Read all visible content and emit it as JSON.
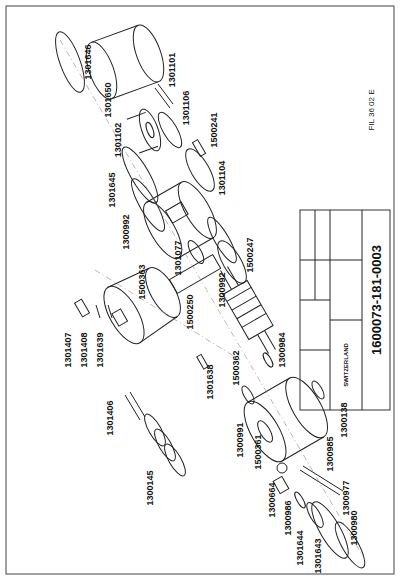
{
  "diagram": {
    "labels": [
      "1301646",
      "1301650",
      "1301102",
      "1301101",
      "1301106",
      "1301645",
      "1500241",
      "1301104",
      "1300992",
      "1500363",
      "1301077",
      "1300992",
      "1500247",
      "1500362",
      "1300984",
      "1500250",
      "1301639",
      "1301408",
      "1301407",
      "1301638",
      "1301406",
      "1300145",
      "1300991",
      "1500361",
      "1300664",
      "1300986",
      "1300985",
      "1300138",
      "1300977",
      "1300980",
      "1301644",
      "1301643",
      "1600073-181-0003",
      "SWITZERLAND",
      "FIL 36 02 E"
    ]
  }
}
